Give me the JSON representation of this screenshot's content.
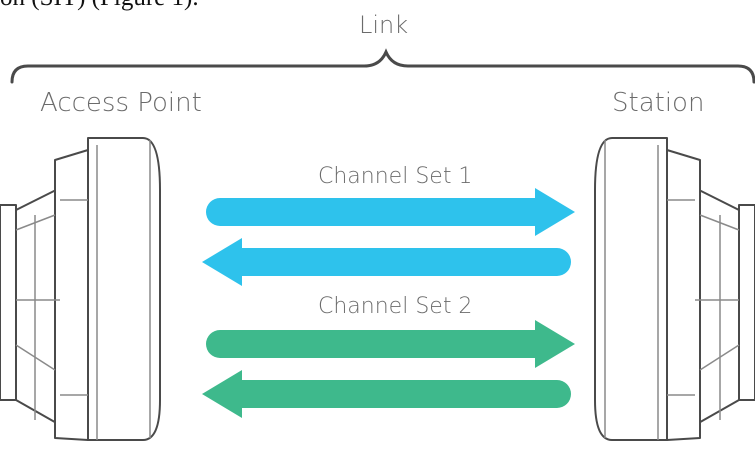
{
  "caption_fragment": "on (SIT) (Figure 1).",
  "labels": {
    "link": "Link",
    "access_point": "Access Point",
    "station": "Station",
    "channel_set_1": "Channel Set 1",
    "channel_set_2": "Channel Set 2"
  },
  "colors": {
    "channel_set_1": "#2ec2ec",
    "channel_set_2": "#3eb98c",
    "device_outline": "#4a4a4a",
    "device_detail": "#8a8a8a",
    "bracket": "#4a4a4a",
    "label_text": "#6b6b6b"
  }
}
